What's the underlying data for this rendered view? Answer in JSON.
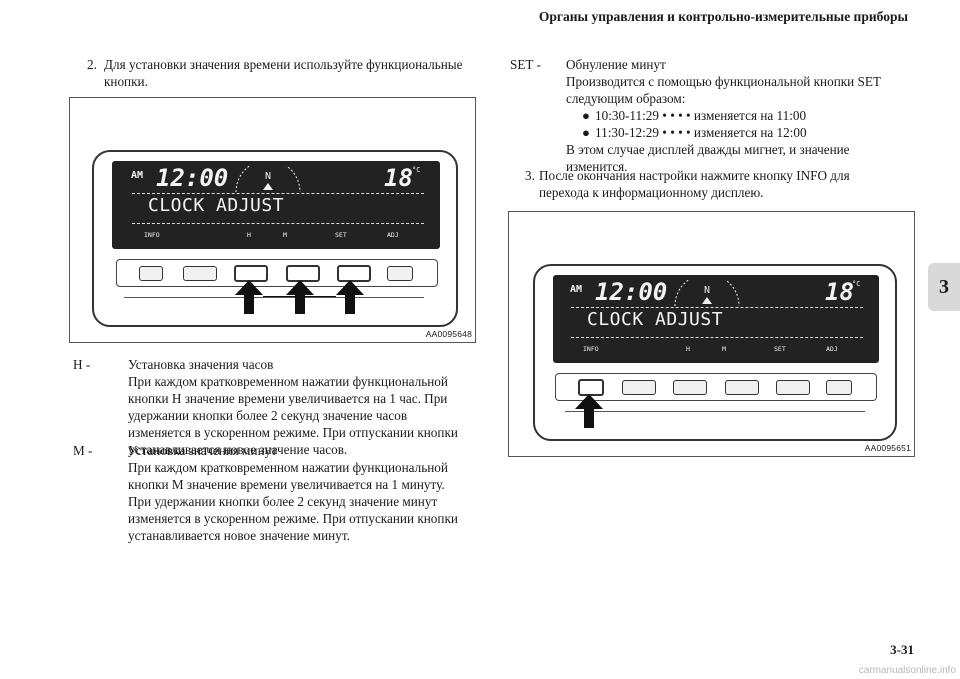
{
  "header": {
    "title": "Органы управления и контрольно-измерительные приборы"
  },
  "chapter_tab": "3",
  "left": {
    "step2_num": "2.",
    "step2_lines": [
      "Для установки значения времени используйте функциональные",
      "кнопки."
    ],
    "definitions": [
      {
        "term": "H -",
        "lines": [
          "Установка значения часов",
          "При каждом кратковременном нажатии функциональной",
          "кнопки H значение времени увеличивается на 1 час. При",
          "удержании кнопки более 2 секунд значение часов",
          "изменяется в ускоренном режиме. При отпускании кнопки",
          "устанавливается новое значение часов."
        ]
      },
      {
        "term": "M -",
        "lines": [
          "Установка значения минут",
          "При каждом кратковременном нажатии функциональной",
          "кнопки M значение времени увеличивается на 1 минуту.",
          "При удержании кнопки более 2 секунд значение минут",
          "изменяется в ускоренном режиме. При отпускании кнопки",
          "устанавливается новое значение минут."
        ]
      }
    ]
  },
  "right": {
    "set_term": "SET -",
    "set_lines": [
      "Обнуление минут",
      "Производится с помощью функциональной кнопки SET",
      "следующим образом:"
    ],
    "bullets": [
      "10:30-11:29 • • • • изменяется на 11:00",
      "11:30-12:29 • • • • изменяется на 12:00"
    ],
    "set_after": [
      "В этом случае дисплей дважды мигнет, и значение",
      "изменится."
    ],
    "step3_num": "3.",
    "step3_lines": [
      "После окончания настройки нажмите кнопку INFO для",
      "перехода к информационному дисплею."
    ]
  },
  "lcd": {
    "am": "AM",
    "time": "12:00",
    "temp": "18",
    "temp_unit": "°C",
    "message": "CLOCK ADJUST",
    "labels": [
      "INFO",
      "H",
      "M",
      "SET",
      "ADJ"
    ],
    "compass": "N"
  },
  "figures": {
    "fig1_code": "AA0095648",
    "fig2_code": "AA0095651"
  },
  "footer": {
    "page": "3-31",
    "watermark": "carmanualsonline.info"
  }
}
